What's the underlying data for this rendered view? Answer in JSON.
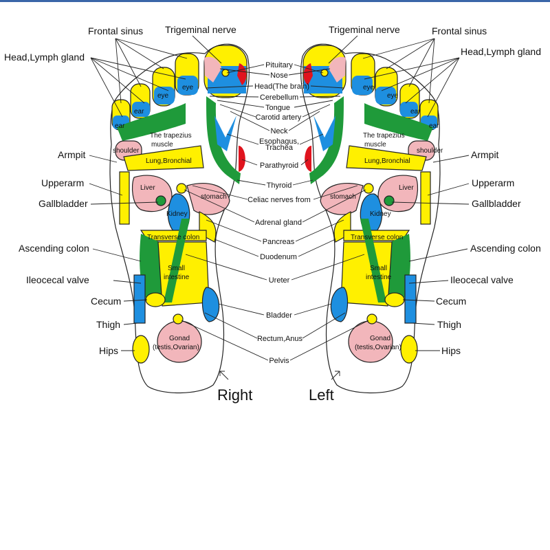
{
  "feet": {
    "right": "Right",
    "left": "Left"
  },
  "outer": {
    "frontal_sinus": "Frontal sinus",
    "trigeminal_nerve": "Trigeminal nerve",
    "head_lymph_gland": "Head,Lymph gland",
    "armpit": "Armpit",
    "upperarm": "Upperarm",
    "gallbladder": "Gallbladder",
    "ascending_colon": "Ascending colon",
    "ileocecal_valve": "Ileocecal valve",
    "cecum": "Cecum",
    "thigh": "Thigh",
    "hips": "Hips"
  },
  "center": {
    "pituitary": "Pituitary",
    "nose": "Nose",
    "head_brain": "Head(The brain)",
    "cerebellum": "Cerebellum",
    "tongue": "Tongue",
    "carotid_artery": "Carotid artery",
    "neck": "Neck",
    "esophagus": "Esophagus,",
    "trachea": "Trachea",
    "parathyroid": "Parathyroid",
    "thyroid": "Thyroid",
    "celiac_nerves": "Celiac nerves from",
    "adrenal_gland": "Adrenal gland",
    "pancreas": "Pancreas",
    "duodenum": "Duodenum",
    "ureter": "Ureter",
    "bladder": "Bladder",
    "rectum_anus": "Rectum,Anus",
    "pelvis": "Pelvis"
  },
  "inner": {
    "eye": "eye",
    "ear": "ear",
    "trapezius_1": "The trapezius",
    "trapezius_2": "muscle",
    "shoulder": "shoulder",
    "lung_bronchial": "Lung,Bronchial",
    "liver": "Liver",
    "stomach": "stomach",
    "kidney": "Kidney",
    "transverse_colon": "Transverse colon",
    "small_intestine_1": "Small",
    "small_intestine_2": "intestine",
    "gonad_1": "Gonad",
    "gonad_2": "(testis,Ovarian)"
  },
  "colors": {
    "yellow": "#fff000",
    "blue": "#1e8fe0",
    "green": "#1f9a3a",
    "pink": "#f2b6bb",
    "red": "#e0141e",
    "outline": "#222222"
  }
}
